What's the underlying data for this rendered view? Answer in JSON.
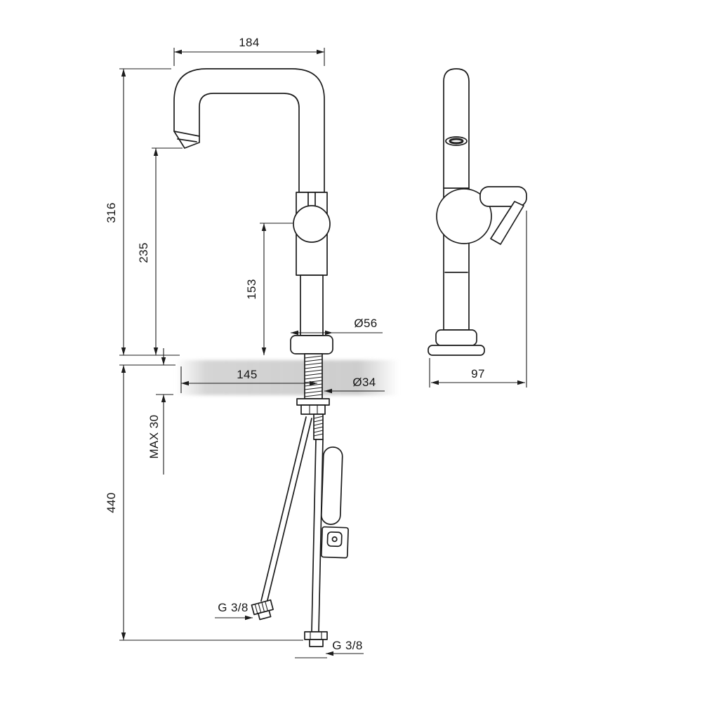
{
  "drawing": {
    "type": "faucet-installation-technical-drawing",
    "colors": {
      "line": "#1c1c1c",
      "counter_band": "#c8c8c8",
      "background": "#ffffff"
    },
    "labels": {
      "spout_reach": "184",
      "total_height": "316",
      "spout_outlet_height": "235",
      "body_height": "153",
      "base_diameter": "Ø56",
      "mounting_depth": "145",
      "shank_diameter": "Ø34",
      "max_deck_thickness": "MAX 30",
      "hose_length": "440",
      "side_depth": "97",
      "left_hose_thread": "G 3/8",
      "bottom_hose_thread": "G 3/8"
    }
  }
}
